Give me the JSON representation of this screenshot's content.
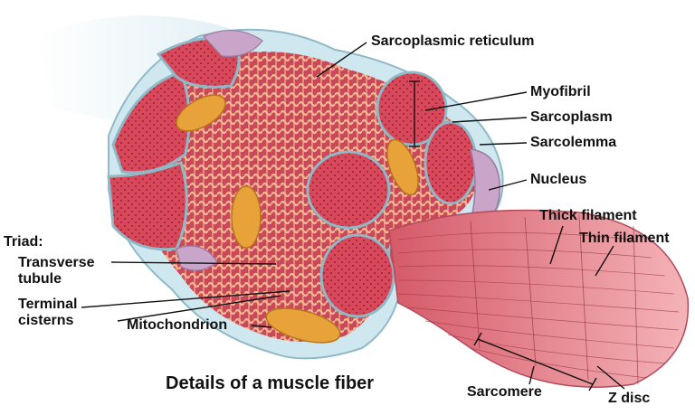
{
  "diagram": {
    "caption": "Details of a muscle fiber",
    "labels": {
      "sarcoplasmic_reticulum": "Sarcoplasmic reticulum",
      "myofibril": "Myofibril",
      "sarcoplasm": "Sarcoplasm",
      "sarcolemma": "Sarcolemma",
      "nucleus": "Nucleus",
      "thick_filament": "Thick filament",
      "thin_filament": "Thin filament",
      "triad": "Triad:",
      "transverse_tubule_1": "Transverse",
      "transverse_tubule_2": "tubule",
      "terminal_cisterns_1": "Terminal",
      "terminal_cisterns_2": "cisterns",
      "mitochondrion": "Mitochondrion",
      "sarcomere": "Sarcomere",
      "z_disc": "Z disc"
    },
    "colors": {
      "myofibril": "#d9475a",
      "myofibril_dots": "#7a1c2a",
      "reticulum": "#e9a37a",
      "mitochondrion": "#e8a23a",
      "sarcolemma": "#cfe7ee",
      "nucleus": "#c9a6c9",
      "filament_bundle": "#e6848f"
    }
  }
}
